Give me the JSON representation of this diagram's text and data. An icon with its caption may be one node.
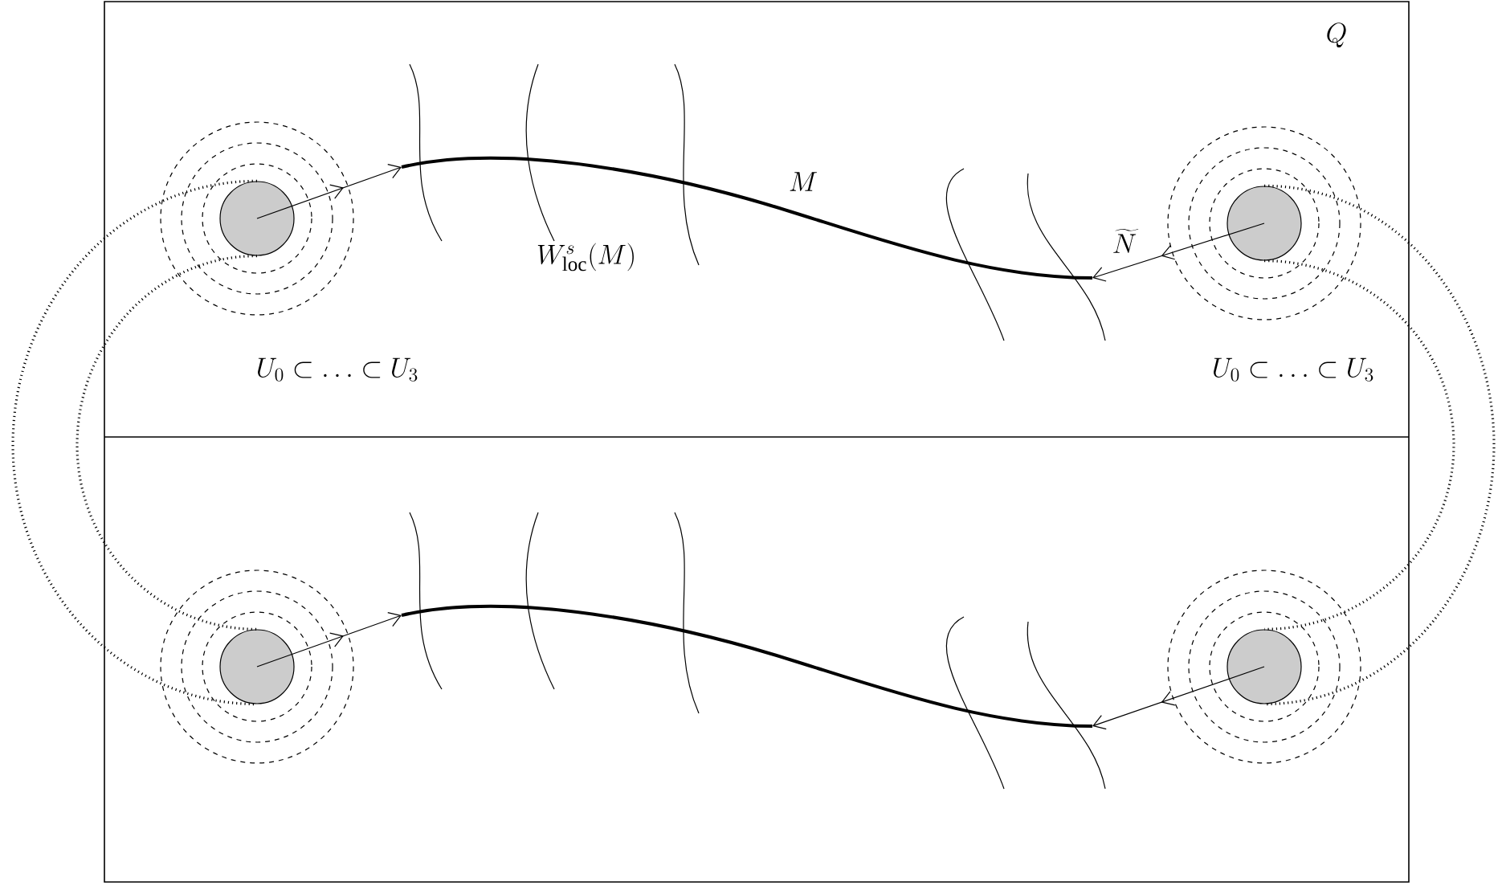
{
  "diagram": {
    "nodes": [
      {
        "text": [],
        "shape": "circle"
      },
      {
        "text": [],
        "shape": "circle"
      },
      {
        "text": [],
        "shape": "circle"
      },
      {
        "text": [],
        "shape": "circle"
      },
      {
        "text": [],
        "shape": "curve"
      },
      {
        "text": [],
        "shape": "curve"
      }
    ],
    "edges": [
      {
        "from": 0,
        "to": 2,
        "arrow": "none",
        "style": "dashed"
      },
      {
        "from": 0,
        "to": 2,
        "arrow": "none",
        "style": "dashed"
      },
      {
        "from": 1,
        "to": 3,
        "arrow": "none",
        "style": "dashed"
      },
      {
        "from": 1,
        "to": 3,
        "arrow": "none",
        "style": "dashed"
      },
      {
        "from": 0,
        "to": 4,
        "arrow": "to"
      },
      {
        "from": 1,
        "to": 4,
        "arrow": "to"
      },
      {
        "from": 2,
        "to": 5,
        "arrow": "to"
      },
      {
        "from": 3,
        "to": 5,
        "arrow": "to"
      }
    ],
    "labels": [
      "Q",
      "M",
      "W^s_{\\mathrm{loc}}(M)",
      "\\widetilde{N}",
      "U_0 \\subset \\ldots \\subset U_3",
      "U_0 \\subset \\ldots \\subset U_3"
    ]
  }
}
